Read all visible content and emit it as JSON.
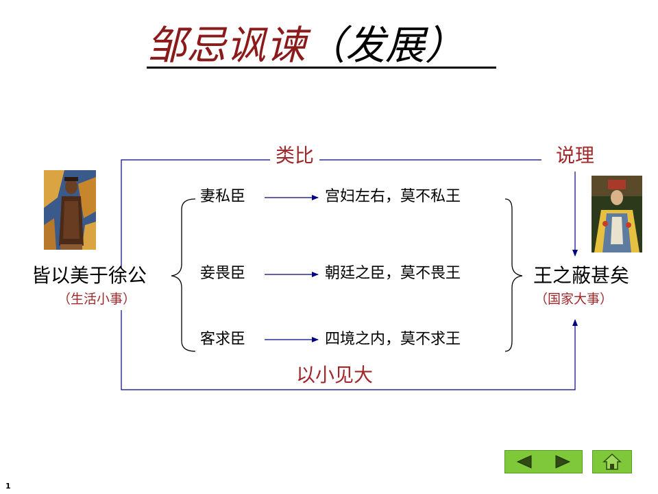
{
  "title": {
    "main": "邹忌讽谏",
    "suffix": "（发展）"
  },
  "labels": {
    "analogy": "类比",
    "reasoning": "说理",
    "small_to_big": "以小见大"
  },
  "left": {
    "main": "皆以美于徐公",
    "sub": "（生活小事）"
  },
  "right": {
    "main": "王之蔽甚矣",
    "sub": "（国家大事）"
  },
  "rows": [
    {
      "from": "妻私臣",
      "to": "宫妇左右，莫不私王"
    },
    {
      "from": "妾畏臣",
      "to": "朝廷之臣，莫不畏王"
    },
    {
      "from": "客求臣",
      "to": "四境之内，莫不求王"
    }
  ],
  "colors": {
    "title": "#8b1a1a",
    "accent": "#a0282a",
    "line": "#000080",
    "nav": "#7fc83a"
  },
  "nav": {
    "prev_icon": "triangle-left-icon",
    "next_icon": "triangle-right-icon",
    "home_icon": "home-icon"
  },
  "page_number": "1"
}
